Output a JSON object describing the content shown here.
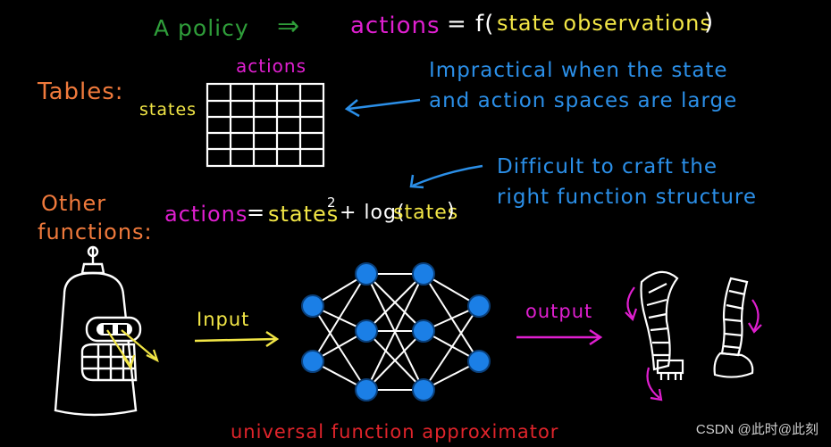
{
  "colors": {
    "green": "#2f9e3a",
    "magenta": "#e01fd0",
    "yellow": "#f2e646",
    "orange": "#f07a3c",
    "blue": "#2b8fe8",
    "red": "#e0242b",
    "white": "#ffffff",
    "nodeFill": "#1b7fe6"
  },
  "header": {
    "a_policy": "A policy",
    "implies": "⇒",
    "actions": "actions",
    "equals_f": "= f(",
    "state_observations": "state observations",
    "close": ")"
  },
  "tables": {
    "label": "Tables:",
    "col_label": "actions",
    "row_label": "states",
    "note_line1": "Impractical when the state",
    "note_line2": "and action spaces are large"
  },
  "other": {
    "label_line1": "Other",
    "label_line2": "functions:",
    "eq_actions": "actions",
    "eq_equals": "=",
    "eq_states": "states",
    "eq_exponent": "2",
    "eq_plus_log": "+ log(",
    "eq_states2": "states",
    "eq_close": ")",
    "note_line1": "Difficult to craft the",
    "note_line2": "right function structure"
  },
  "bottom": {
    "input": "Input",
    "output": "output",
    "caption": "universal function approximator"
  },
  "watermark": "CSDN @此时@此刻",
  "icons": [
    "robot-head-icon",
    "neural-network-icon",
    "robot-arm-icon",
    "robot-arm-claw-icon"
  ]
}
